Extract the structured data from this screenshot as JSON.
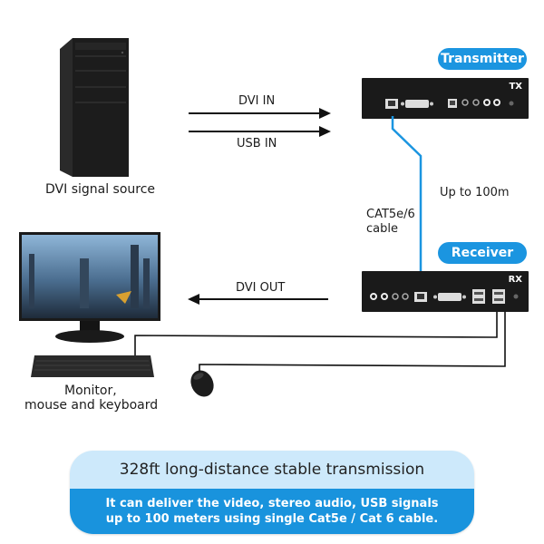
{
  "devices": {
    "source_label": "DVI signal source",
    "monitor_label_line1": "Monitor,",
    "monitor_label_line2": "mouse and keyboard"
  },
  "arrows": {
    "dvi_in": "DVI IN",
    "usb_in": "USB IN",
    "dvi_out": "DVI OUT"
  },
  "transmitter": {
    "badge": "Transmitter",
    "tag": "TX"
  },
  "receiver": {
    "badge": "Receiver",
    "tag": "RX"
  },
  "cable": {
    "type_line1": "CAT5e/6",
    "type_line2": "cable",
    "distance": "Up to 100m",
    "color": "#1b95e0"
  },
  "banner": {
    "headline": "328ft long-distance stable transmission",
    "body_line1": "It can deliver the video, stereo audio, USB signals",
    "body_line2": "up to 100 meters using single Cat5e / Cat 6 cable."
  }
}
